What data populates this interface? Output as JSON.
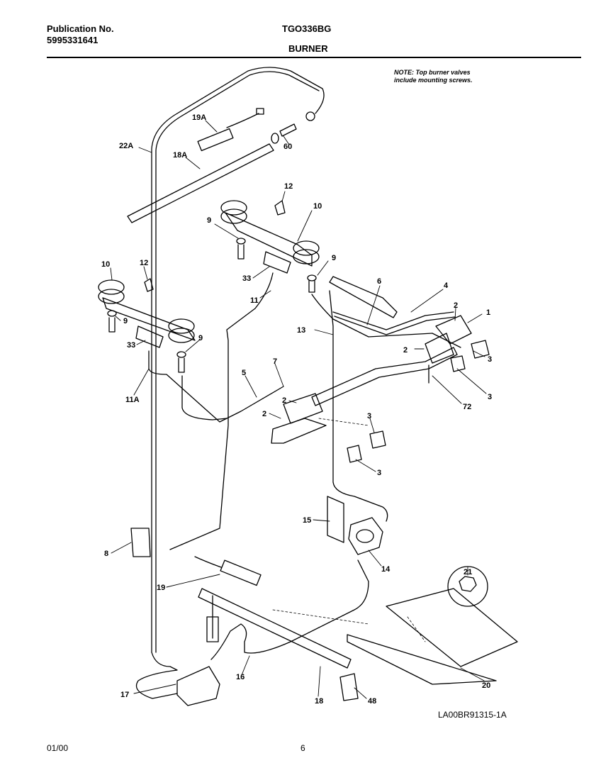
{
  "header": {
    "pub_label": "Publication No.",
    "pub_number": "5995331641",
    "model": "TGO336BG",
    "section": "BURNER"
  },
  "note": {
    "line1": "NOTE: Top burner valves",
    "line2": "include mounting screws."
  },
  "diagram_code": "LA00BR91315-1A",
  "footer": {
    "date": "01/00",
    "page": "6"
  },
  "part_labels": {
    "p19A": "19A",
    "p22A": "22A",
    "p18A": "18A",
    "p60": "60",
    "p12a": "12",
    "p10a": "10",
    "p9a": "9",
    "p33a": "33",
    "p9b": "9",
    "p11": "11",
    "p6": "6",
    "p4": "4",
    "p10b": "10",
    "p12b": "12",
    "p9c": "9",
    "p33b": "33",
    "p9d": "9",
    "p11A": "11A",
    "p2a": "2",
    "p1": "1",
    "p13": "13",
    "p2b": "2",
    "p3a": "3",
    "p3b": "3",
    "p72": "72",
    "p7": "7",
    "p5": "5",
    "p2c": "2",
    "p2d": "2",
    "p3c": "3",
    "p3d": "3",
    "p15": "15",
    "p14": "14",
    "p8": "8",
    "p19": "19",
    "p21": "21",
    "p20": "20",
    "p16": "16",
    "p17": "17",
    "p18": "18",
    "p48": "48"
  }
}
